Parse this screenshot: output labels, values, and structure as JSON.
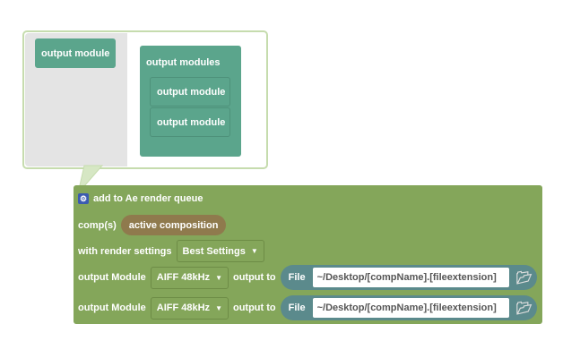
{
  "mutator": {
    "flyout_block": "output module",
    "container_block": "output modules",
    "items": [
      "output module",
      "output module"
    ]
  },
  "block": {
    "title": "add to Ae render queue",
    "comps_label": "comp(s)",
    "comps_value": "active composition",
    "render_label": "with render settings",
    "render_value": "Best Settings",
    "modules": [
      {
        "label": "output Module",
        "value": "AIFF 48kHz",
        "output_label": "output to",
        "file_label": "File",
        "path": "~/Desktop/[compName].[fileextension]"
      },
      {
        "label": "output Module",
        "value": "AIFF 48kHz",
        "output_label": "output to",
        "file_label": "File",
        "path": "~/Desktop/[compName].[fileextension]"
      }
    ]
  },
  "colors": {
    "main": "#84a65a",
    "module": "#5ba58c",
    "file": "#5b8a8c",
    "comp": "#8f7a4d"
  }
}
